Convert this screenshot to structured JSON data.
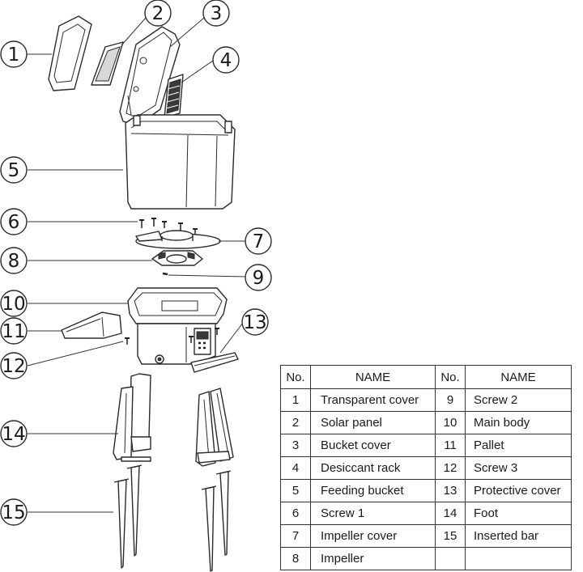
{
  "callouts": [
    "1",
    "2",
    "3",
    "4",
    "5",
    "6",
    "7",
    "8",
    "9",
    "10",
    "11",
    "12",
    "13",
    "14",
    "15"
  ],
  "table": {
    "headers": {
      "no": "No.",
      "name": "NAME"
    },
    "left_rows": [
      {
        "no": "1",
        "name": "Transparent cover"
      },
      {
        "no": "2",
        "name": "Solar panel"
      },
      {
        "no": "3",
        "name": "Bucket cover"
      },
      {
        "no": "4",
        "name": "Desiccant rack"
      },
      {
        "no": "5",
        "name": "Feeding bucket"
      },
      {
        "no": "6",
        "name": "Screw 1"
      },
      {
        "no": "7",
        "name": "Impeller cover"
      },
      {
        "no": "8",
        "name": "Impeller"
      }
    ],
    "right_rows": [
      {
        "no": "9",
        "name": "Screw 2"
      },
      {
        "no": "10",
        "name": "Main body"
      },
      {
        "no": "11",
        "name": "Pallet"
      },
      {
        "no": "12",
        "name": "Screw 3"
      },
      {
        "no": "13",
        "name": "Protective cover"
      },
      {
        "no": "14",
        "name": "Foot"
      },
      {
        "no": "15",
        "name": "Inserted bar"
      },
      {
        "no": "",
        "name": ""
      }
    ]
  }
}
